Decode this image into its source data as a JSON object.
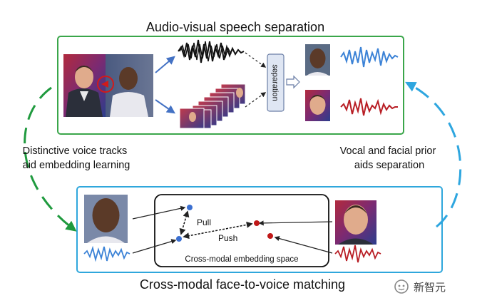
{
  "top_title": "Audio-visual speech separation",
  "bottom_title": "Cross-modal face-to-voice matching",
  "left_caption": [
    "Distinctive voice tracks",
    "aid embedding learning"
  ],
  "right_caption": [
    "Vocal and facial prior",
    "aids separation"
  ],
  "separation_label": "separation",
  "embedding_space_label": "Cross-modal embedding space",
  "pull_label": "Pull",
  "push_label": "Push",
  "watermark": "新智元",
  "colors": {
    "top_box": "#3aa64a",
    "bottom_box": "#2fa7dc",
    "left_arrow": "#1f9a3e",
    "right_arrow": "#2ea6df",
    "blue_wave": "#3b82d6",
    "red_wave": "#b81d24",
    "blue_dot": "#3b6fd0",
    "red_dot": "#c01818"
  },
  "icons": [
    "face-thumbnail",
    "audio-waveform",
    "video-frame-stack",
    "arrow",
    "watermark-logo-icon"
  ]
}
